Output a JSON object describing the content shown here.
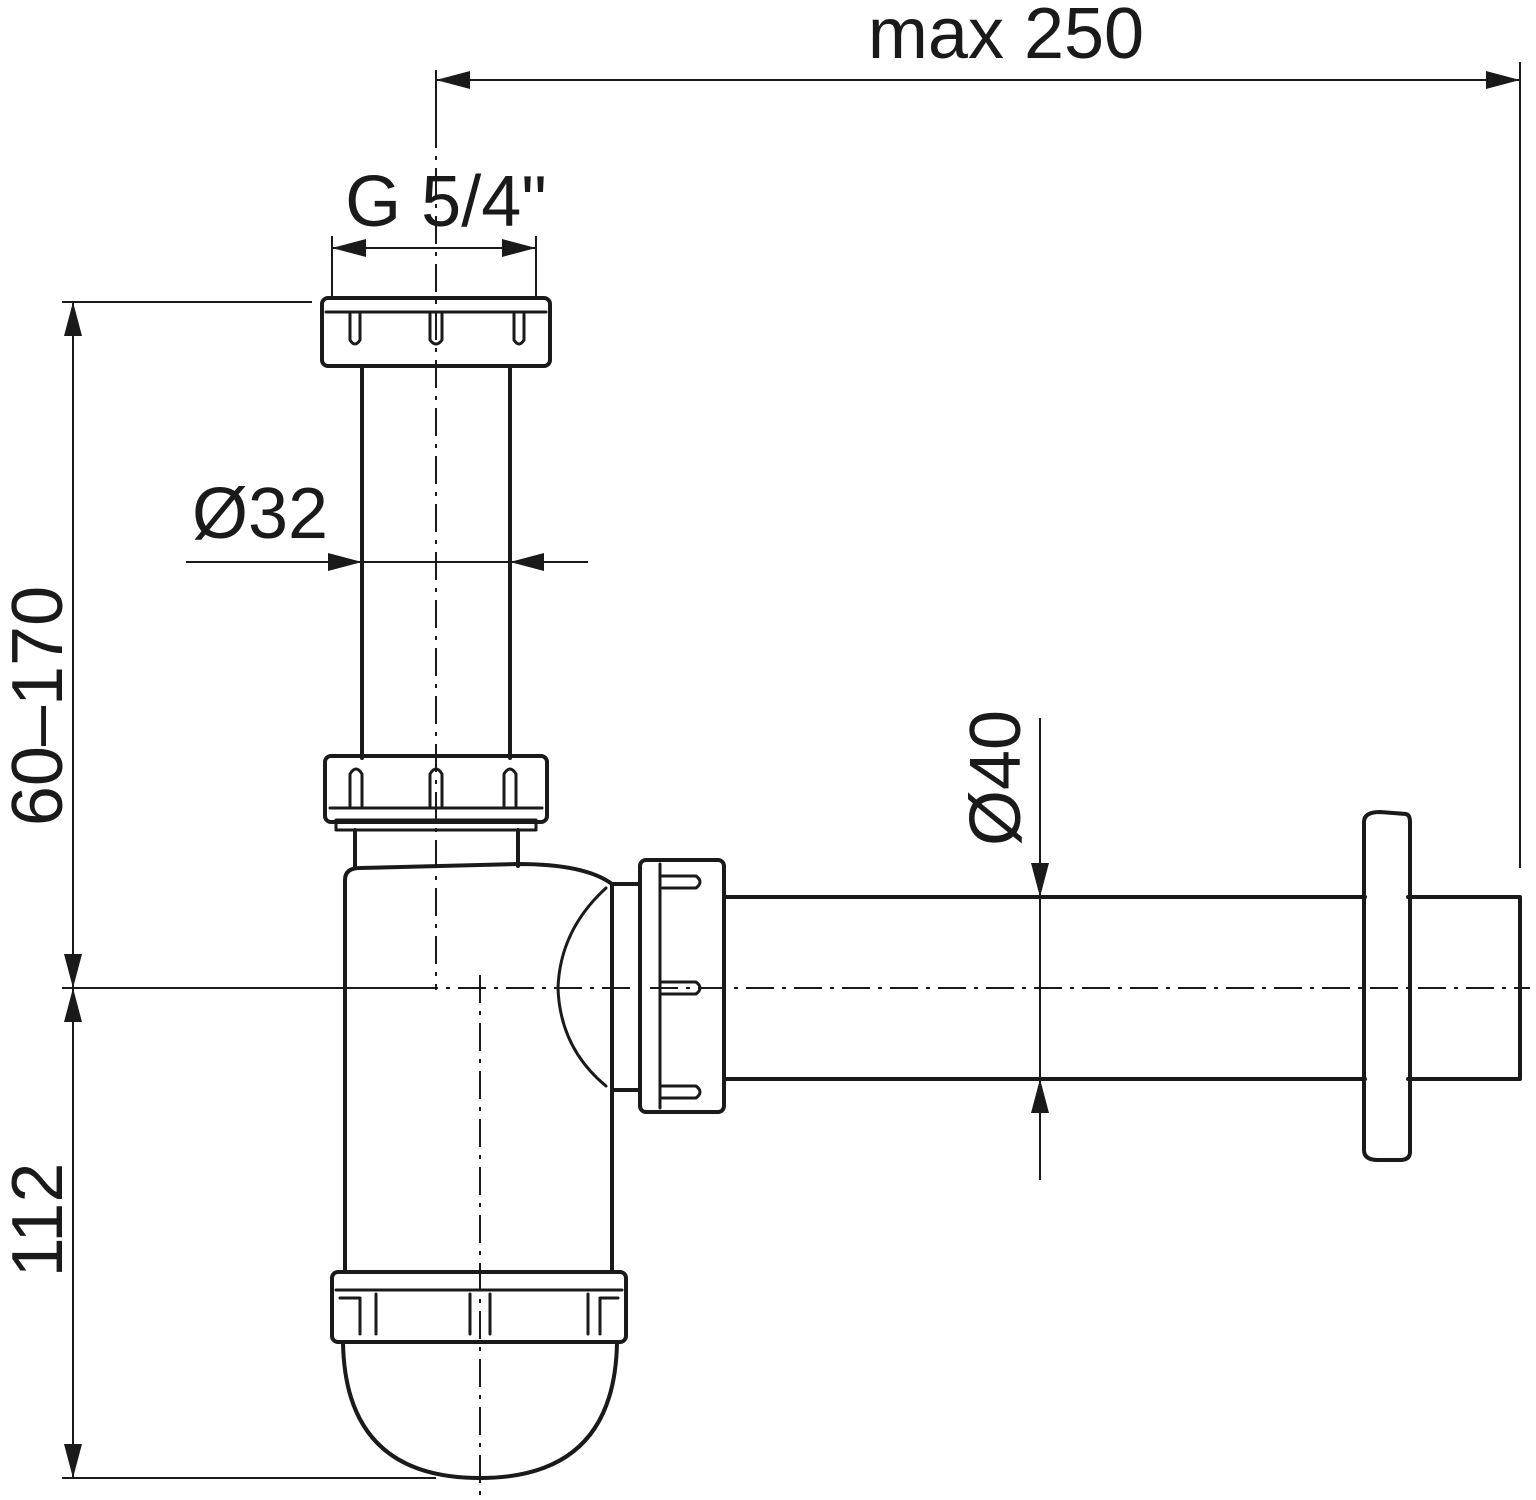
{
  "dimensions": {
    "max_length": "max 250",
    "thread_size": "G 5/4\"",
    "inlet_diameter": "Ø32",
    "outlet_diameter": "Ø40",
    "adjustable_height": "60–170",
    "trap_height": "112"
  }
}
